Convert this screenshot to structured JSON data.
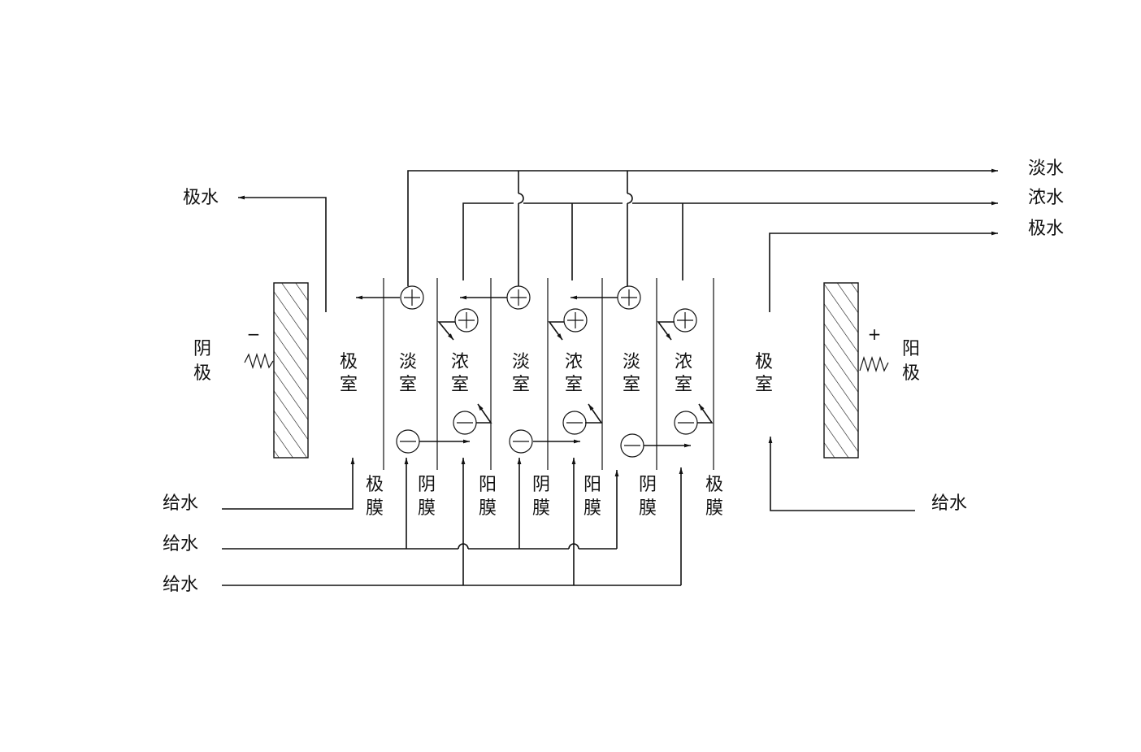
{
  "outlets": {
    "dilute": "淡水",
    "concentrate": "浓水",
    "electrode_right": "极水",
    "electrode_left": "极水"
  },
  "feeds": {
    "left_electrode": "给水",
    "dilute_feed": "给水",
    "concentrate_feed": "给水",
    "right_electrode": "给水"
  },
  "electrodes": {
    "cathode_top": "阴",
    "cathode_bottom": "极",
    "cathode_sign": "−",
    "anode_top": "阳",
    "anode_bottom": "极",
    "anode_sign": "+"
  },
  "chambers": [
    {
      "top": "极",
      "bottom": "室"
    },
    {
      "top": "淡",
      "bottom": "室"
    },
    {
      "top": "浓",
      "bottom": "室"
    },
    {
      "top": "淡",
      "bottom": "室"
    },
    {
      "top": "浓",
      "bottom": "室"
    },
    {
      "top": "淡",
      "bottom": "室"
    },
    {
      "top": "浓",
      "bottom": "室"
    },
    {
      "top": "极",
      "bottom": "室"
    }
  ],
  "membranes": [
    {
      "top": "极",
      "bottom": "膜"
    },
    {
      "top": "阴",
      "bottom": "膜"
    },
    {
      "top": "阳",
      "bottom": "膜"
    },
    {
      "top": "阴",
      "bottom": "膜"
    },
    {
      "top": "阳",
      "bottom": "膜"
    },
    {
      "top": "阴",
      "bottom": "膜"
    },
    {
      "top": "极",
      "bottom": "膜"
    }
  ],
  "ions": {
    "cation_symbol": "+",
    "anion_symbol": "−"
  }
}
